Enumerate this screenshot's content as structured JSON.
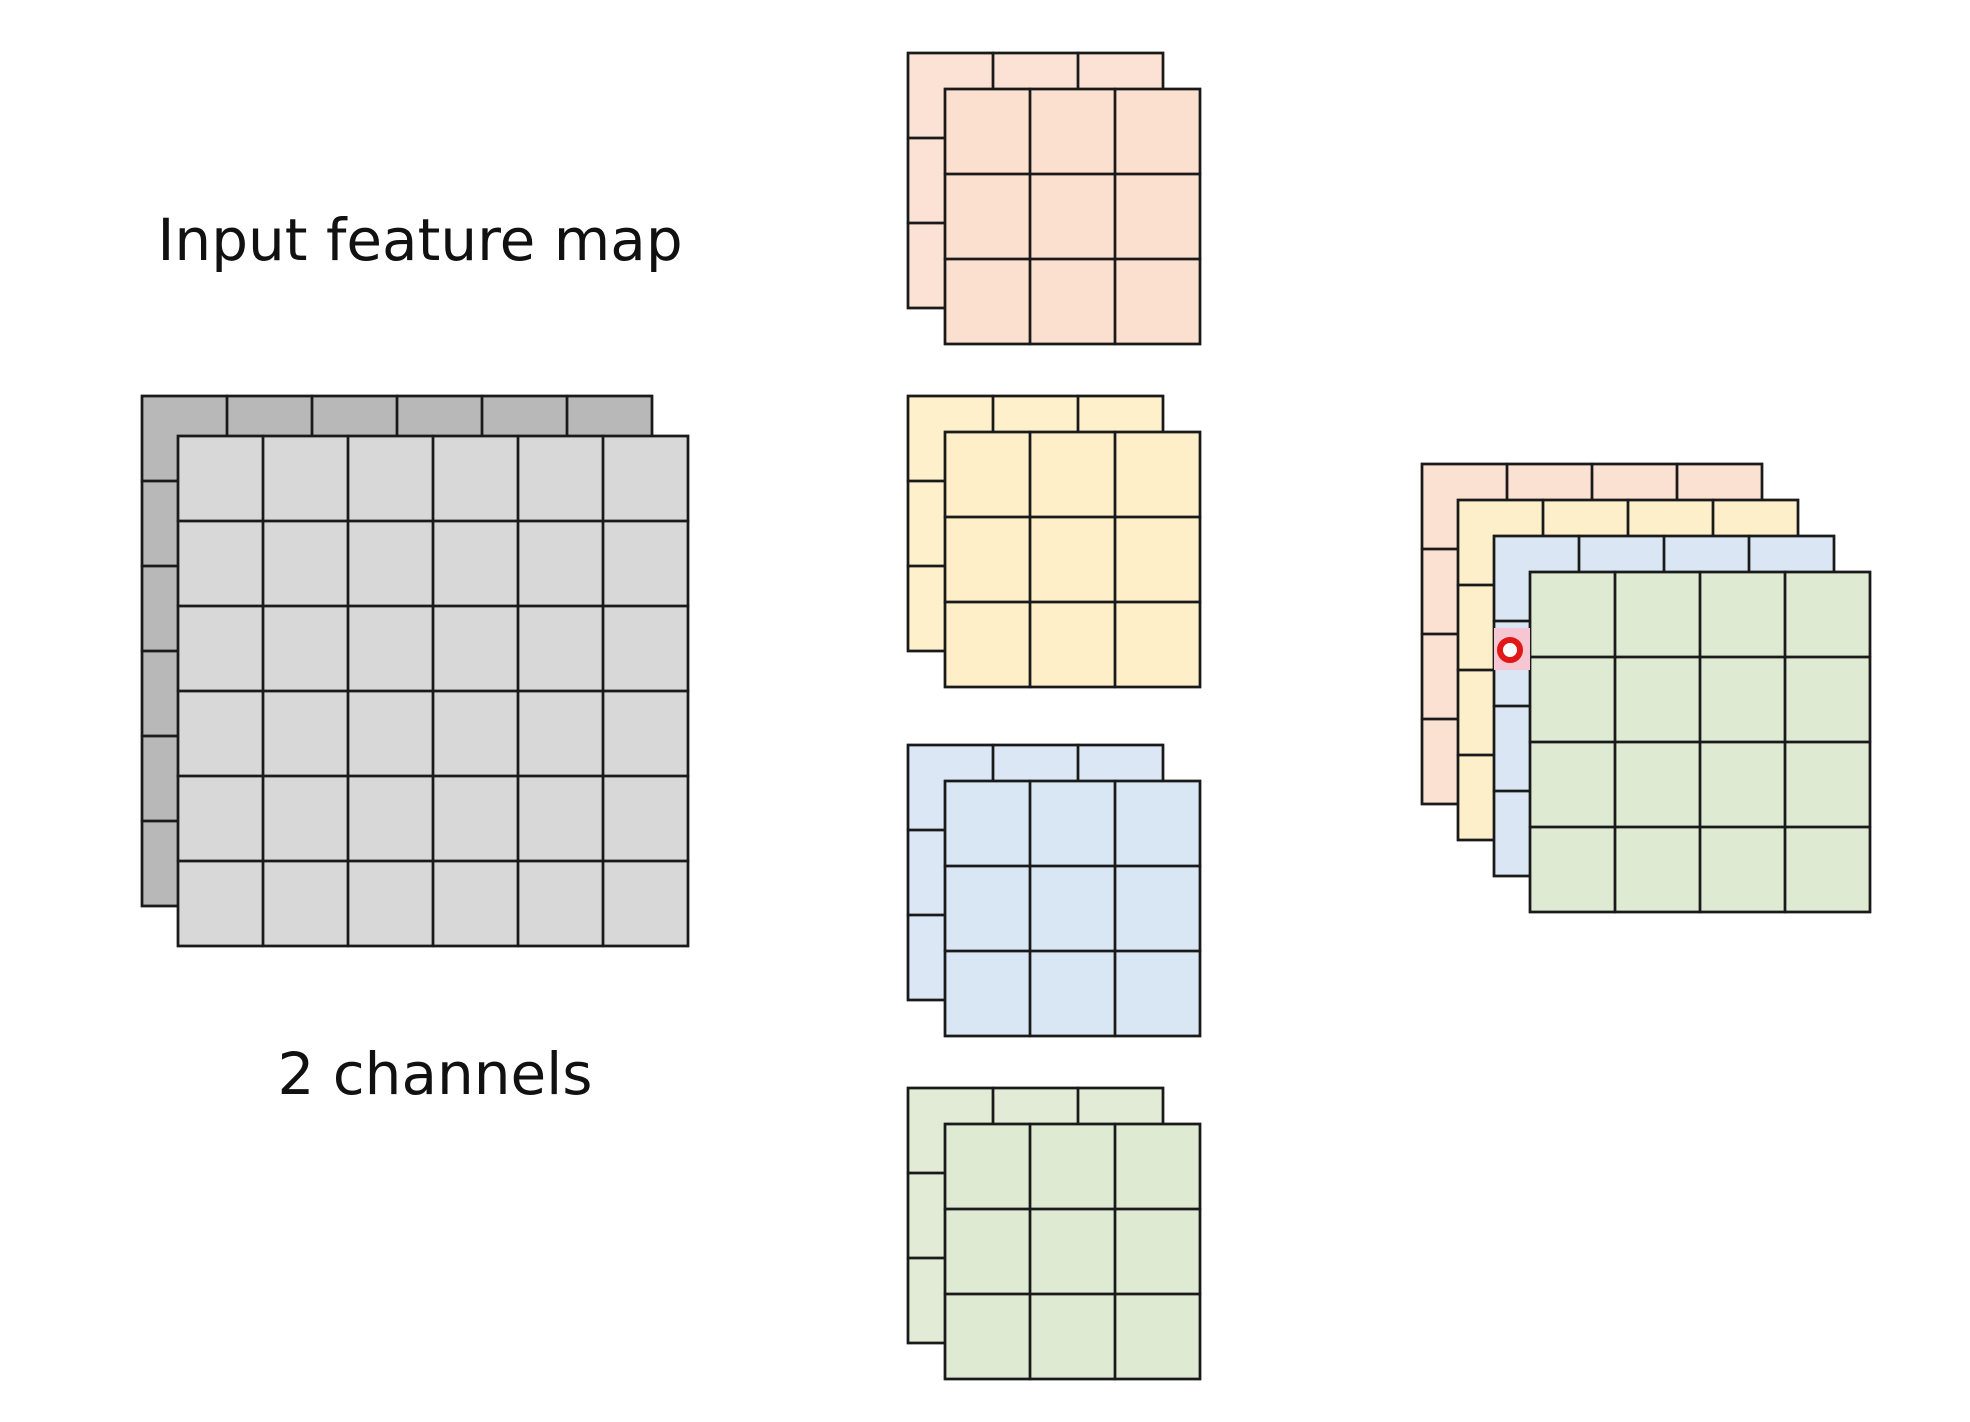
{
  "labels": {
    "input_title": "Input feature map",
    "input_channels": "2 channels"
  },
  "input_map": {
    "rows": 6,
    "cols": 6,
    "channels": 2,
    "colors": {
      "back": "#b8b8b8",
      "front": "#d8d8d8"
    }
  },
  "kernels": {
    "rows": 3,
    "cols": 3,
    "channels": 2,
    "items": [
      {
        "name": "orange",
        "back": "#fbe2d4",
        "front": "#fbe0cf"
      },
      {
        "name": "yellow",
        "back": "#fff0cc",
        "front": "#feefc9"
      },
      {
        "name": "blue",
        "back": "#dbe7f4",
        "front": "#d9e6f3"
      },
      {
        "name": "green",
        "back": "#e1ebd6",
        "front": "#dfead3"
      }
    ]
  },
  "output_map": {
    "rows": 4,
    "cols": 4,
    "layers": [
      {
        "name": "orange",
        "color": "#fbe1d2"
      },
      {
        "name": "yellow",
        "color": "#feefcb"
      },
      {
        "name": "blue",
        "color": "#dae6f3"
      },
      {
        "name": "green",
        "color": "#dfead3"
      }
    ]
  },
  "cursor": {
    "ring_color": "#e01818",
    "highlight_color": "#f6c6d2"
  },
  "stroke_color": "#1a1a1a"
}
